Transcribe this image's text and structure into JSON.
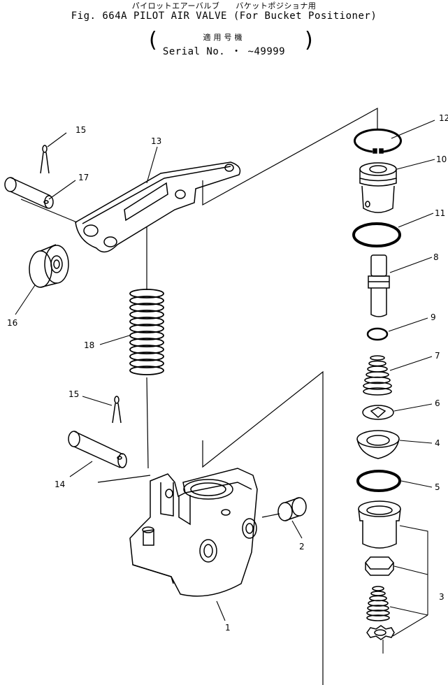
{
  "header": {
    "jp_title": "パイロットエアーバルブ　　バケットポジショナ用",
    "title": "Fig. 664A  PILOT AIR VALVE  (For Bucket Positioner)",
    "serial_jp": "適用号機",
    "serial": "Serial No.  ・    ~49999"
  },
  "callouts": {
    "p1": "1",
    "p2": "2",
    "p3": "3",
    "p4": "4",
    "p5": "5",
    "p6": "6",
    "p7": "7",
    "p8": "8",
    "p9": "9",
    "p10": "10",
    "p11": "11",
    "p12": "12",
    "p13": "13",
    "p14": "14",
    "p15a": "15",
    "p15b": "15",
    "p16": "16",
    "p17": "17",
    "p18": "18"
  }
}
